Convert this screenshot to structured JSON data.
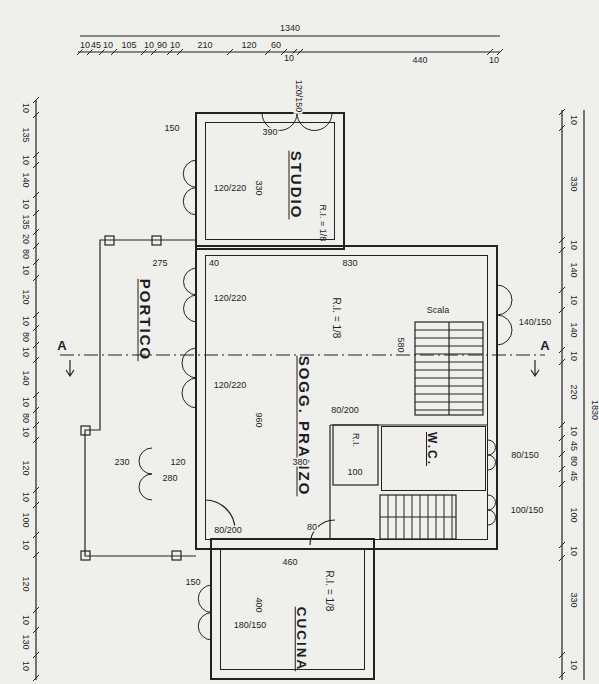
{
  "diagram": {
    "nodes": [
      {
        "text": [
          "STUDIO",
          "R.I. = 1/8"
        ]
      },
      {
        "text": [
          "R.I. = 1/8",
          "SOGG. PRANZO"
        ]
      },
      {
        "text": [
          "PORTICO"
        ]
      },
      {
        "text": [
          "W.C."
        ],
        "in": 1
      },
      {
        "text": [
          "CUCINA",
          "R.I. = 1/8"
        ]
      }
    ],
    "labels": [
      "1340",
      "10",
      "45",
      "10",
      "105",
      "10",
      "90",
      "10",
      "210",
      "120",
      "60",
      "10",
      "440",
      "10",
      "10",
      "135",
      "10",
      "140",
      "10",
      "135",
      "20",
      "80",
      "10",
      "120",
      "10",
      "80",
      "10",
      "140",
      "10",
      "80",
      "10",
      "120",
      "10",
      "100",
      "10",
      "120",
      "10",
      "130",
      "10",
      "10",
      "330",
      "10",
      "140",
      "10",
      "140",
      "10",
      "220",
      "10",
      "45",
      "80",
      "45",
      "100",
      "10",
      "330",
      "10",
      "1830",
      "150",
      "390",
      "330",
      "120/150",
      "120/220",
      "275",
      "40",
      "830",
      "Scala",
      "580",
      "960",
      "120/220",
      "120/220",
      "140/150",
      "R.I.",
      "100",
      "80/150",
      "100/150",
      "80/200",
      "380",
      "230",
      "120",
      "280",
      "80",
      "80/200",
      "460",
      "400",
      "150",
      "180/150",
      "A",
      "A"
    ]
  }
}
